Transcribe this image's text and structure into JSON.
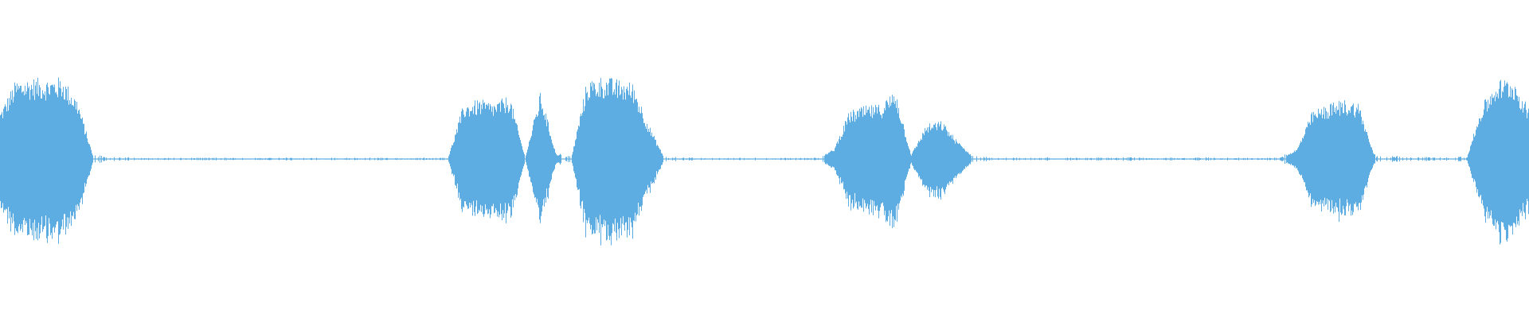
{
  "waveform": {
    "color": "#5dade2",
    "background": "#ffffff",
    "amplitude_envelope": [
      0.58,
      0.95,
      0.98,
      0.97,
      0.99,
      0.72,
      0.04,
      0.02,
      0.015,
      0.01,
      0.01,
      0.01,
      0.015,
      0.01,
      0.012,
      0.01,
      0.01,
      0.01,
      0.012,
      0.012,
      0.01,
      0.01,
      0.015,
      0.01,
      0.012,
      0.01,
      0.01,
      0.012,
      0.01,
      0.01,
      0.66,
      0.72,
      0.68,
      0.77,
      0.02,
      0.82,
      0.06,
      0.02,
      0.95,
      1.0,
      0.96,
      0.92,
      0.42,
      0.02,
      0.015,
      0.01,
      0.012,
      0.01,
      0.01,
      0.012,
      0.01,
      0.01,
      0.012,
      0.01,
      0.12,
      0.58,
      0.64,
      0.66,
      0.84,
      0.05,
      0.42,
      0.46,
      0.22,
      0.03,
      0.015,
      0.01,
      0.012,
      0.01,
      0.015,
      0.012,
      0.01,
      0.012,
      0.01,
      0.015,
      0.012,
      0.01,
      0.012,
      0.01,
      0.015,
      0.01,
      0.012,
      0.01,
      0.01,
      0.015,
      0.12,
      0.58,
      0.66,
      0.72,
      0.68,
      0.04,
      0.03,
      0.02,
      0.02,
      0.015,
      0.015,
      0.02,
      0.66,
      0.96,
      0.98,
      0.62
    ]
  }
}
